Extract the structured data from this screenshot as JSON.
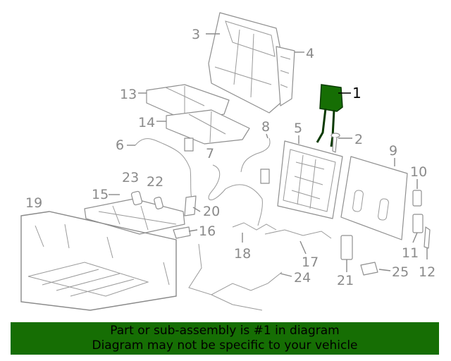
{
  "callouts": {
    "c1": "1",
    "c2": "2",
    "c3": "3",
    "c4": "4",
    "c5": "5",
    "c6": "6",
    "c7": "7",
    "c8": "8",
    "c9": "9",
    "c10": "10",
    "c11": "11",
    "c12": "12",
    "c13": "13",
    "c14": "14",
    "c15": "15",
    "c16": "16",
    "c17": "17",
    "c18": "18",
    "c19": "19",
    "c20": "20",
    "c21": "21",
    "c22": "22",
    "c23": "23",
    "c24": "24",
    "c25": "25"
  },
  "highlight": {
    "part": "1",
    "color": "#166e04"
  },
  "footer": {
    "line1": "Part or sub-assembly is #1 in diagram",
    "line2": "Diagram may not be specific to your vehicle"
  },
  "colors": {
    "banner": "#166e04",
    "parts": "#8a8a8a"
  }
}
